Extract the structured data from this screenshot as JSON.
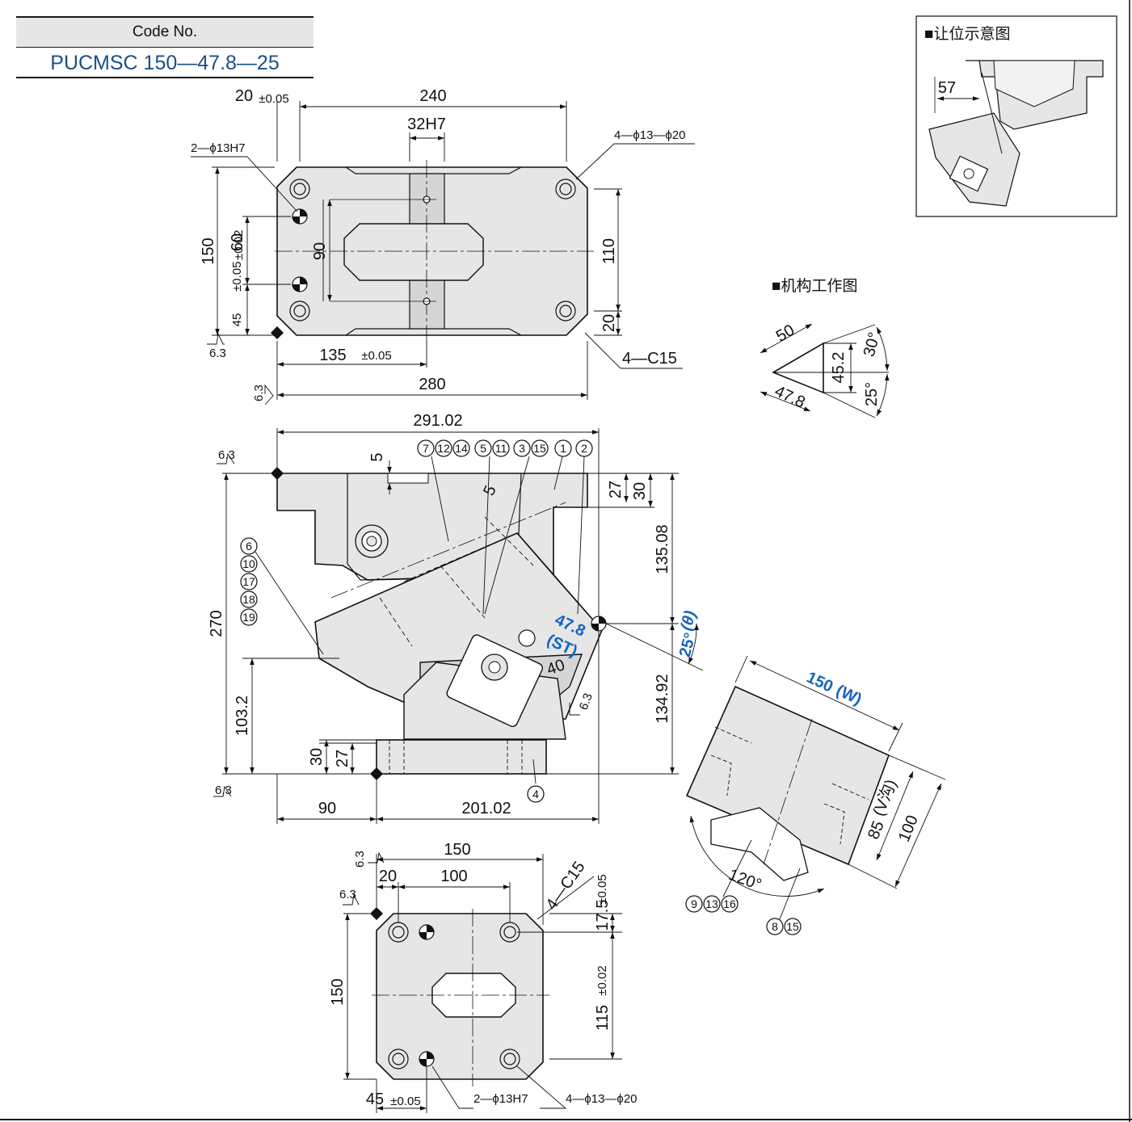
{
  "code_table": {
    "header": "Code No.",
    "value": "PUCMSC 150—47.8—25"
  },
  "clearance_view": {
    "title": "■让位示意图",
    "dim": "57"
  },
  "mechanism_view": {
    "title": "■机构工作图",
    "d50": "50",
    "d452": "45.2",
    "d478": "47.8",
    "a30": "30°",
    "a25": "25°"
  },
  "top_view": {
    "d240": "240",
    "d20": "20",
    "tol005": "±0.05",
    "d32h7": "32H7",
    "holes_left": "2—ϕ13H7",
    "holes_right": "4—ϕ13—ϕ20",
    "d150": "150",
    "d60": "60",
    "tol002": "±0.02",
    "d90": "90",
    "d110": "110",
    "d45": "45",
    "d20b": "20",
    "chamfer": "4—C15",
    "d135": "135",
    "d280": "280",
    "rough": "6.3"
  },
  "front_view": {
    "d29102": "291.02",
    "d5a": "5",
    "d5b": "5",
    "d27": "27",
    "d30": "30",
    "d13508": "135.08",
    "d13492": "134.92",
    "d270": "270",
    "d1032": "103.2",
    "d30b": "30",
    "d27b": "27",
    "d90": "90",
    "d20102": "201.02",
    "d40": "40",
    "stroke_val": "47.8",
    "stroke_lbl": "(ST)",
    "angle": "25°",
    "angle_sym": "(θ)",
    "balloons_top": [
      "7",
      "12",
      "14",
      "5",
      "11",
      "3",
      "15",
      "1",
      "2"
    ],
    "balloons_left": [
      "6",
      "10",
      "17",
      "18",
      "19"
    ],
    "balloon_4": "4"
  },
  "side_view": {
    "width_val": "150",
    "width_lbl": "(W)",
    "d85": "85",
    "v_lbl": "(V沟)",
    "d100": "100",
    "angle120": "120°",
    "balloons_a": [
      "9",
      "13",
      "16"
    ],
    "balloons_b": [
      "8",
      "15"
    ]
  },
  "bottom_view": {
    "d150": "150",
    "d20": "20",
    "d100": "100",
    "chamfer": "4—C15",
    "d175": "17.5",
    "d115": "115",
    "d150v": "150",
    "d45": "45",
    "holes_a": "2—ϕ13H7",
    "holes_b": "4—ϕ13—ϕ20"
  }
}
